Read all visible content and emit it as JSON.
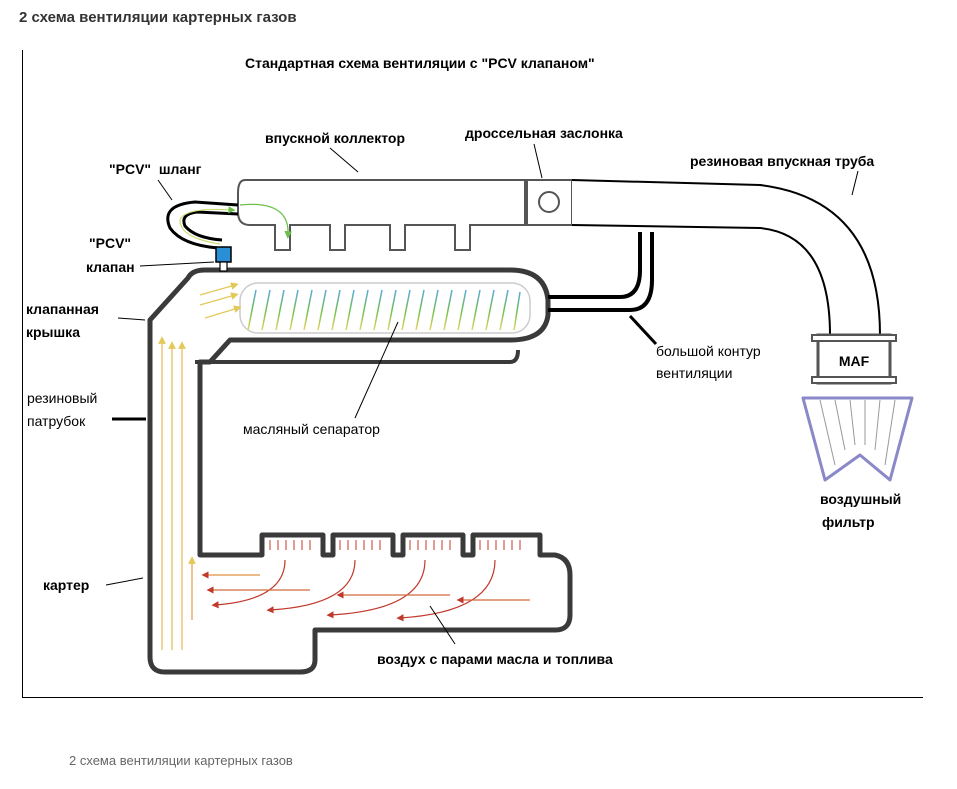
{
  "page": {
    "heading": "2 схема вентиляции картерных газов",
    "caption": "2 схема вентиляции картерных газов"
  },
  "diagram": {
    "title": "Стандартная схема вентиляции с \"PCV клапаном\"",
    "labels": {
      "intake_manifold": "впускной коллектор",
      "throttle": "дроссельная заслонка",
      "rubber_intake_pipe": "резиновая впускная труба",
      "pcv_hose_1": "\"PCV\"  шланг",
      "pcv_valve_1": "\"PCV\"",
      "pcv_valve_2": "клапан",
      "valve_cover_1": "клапанная",
      "valve_cover_2": "крышка",
      "rubber_pipe_1": "резиновый",
      "rubber_pipe_2": "патрубок",
      "oil_separator": "масляный сепаратор",
      "big_loop_1": "большой контур",
      "big_loop_2": "вентиляции",
      "maf": "MAF",
      "air_filter_1": "воздушный",
      "air_filter_2": "фильтр",
      "crankcase": "картер",
      "air_vapors": "воздух с парами масла и топлива"
    },
    "colors": {
      "outline": "#3a3a3a",
      "hose": "#000000",
      "pcv_valve": "#2a8fd6",
      "flow_warm": "#c0392b",
      "flow_yellow": "#e8d46a",
      "flow_green": "#6cbf4a",
      "flow_blue": "#5aa9e6",
      "filter": "#8a88c8"
    }
  }
}
